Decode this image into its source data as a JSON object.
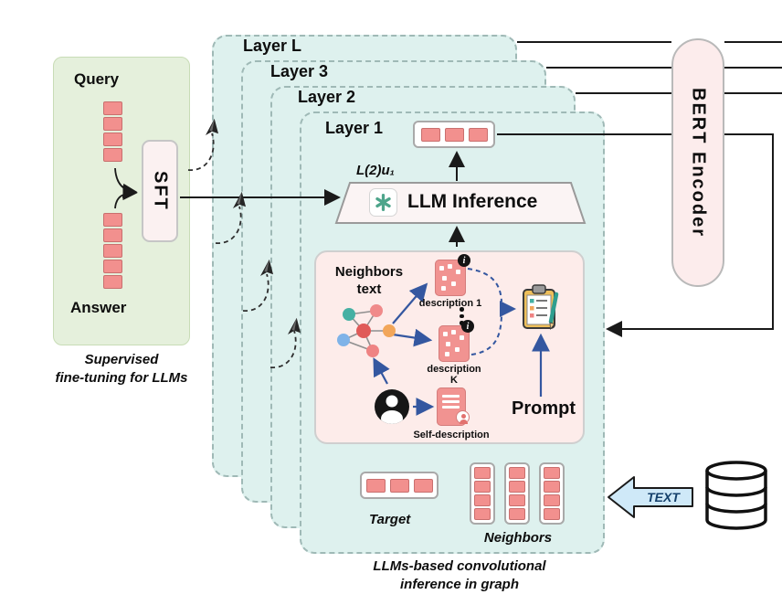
{
  "colors": {
    "token": "#f2908e",
    "token-border": "#c96f6e",
    "layer-bg": "#def1ee",
    "layer-border": "#9fb9b6",
    "green-bg": "#e5f0dc",
    "green-border": "#c8dcb6",
    "pink-panel-bg": "#fdecea",
    "capsule-bg": "#fcecec",
    "blue-arrow": "#3457a0",
    "openai-teal": "#4ea58b",
    "text-arrow-fill": "#cfe9f8"
  },
  "icons": {
    "llm_icon": "openai-asterisk-knot",
    "send_icon": "paper-plane",
    "info_icon": "i"
  },
  "sft_panel": {
    "query_label": "Query",
    "sft_label": "SFT",
    "answer_label": "Answer",
    "caption": [
      "Supervised",
      "fine-tuning for LLMs"
    ]
  },
  "layers": [
    "Layer L",
    "Layer 3",
    "Layer 2",
    "Layer 1"
  ],
  "inference": {
    "embedding_label": "L(2)u₁",
    "llm_label": "LLM Inference"
  },
  "prompt_area": {
    "neighbors_text": [
      "Neighbors",
      "text"
    ],
    "description_1": "description 1",
    "description_k": "description K",
    "self_description": "Self-description",
    "prompt_label": "Prompt"
  },
  "tokens": {
    "target_label": "Target",
    "neighbors_label": "Neighbors"
  },
  "bottom_caption": [
    "LLMs-based convolutional",
    "inference in graph"
  ],
  "bert_label": "BERT Encoder",
  "text_arrow_label": "TEXT"
}
